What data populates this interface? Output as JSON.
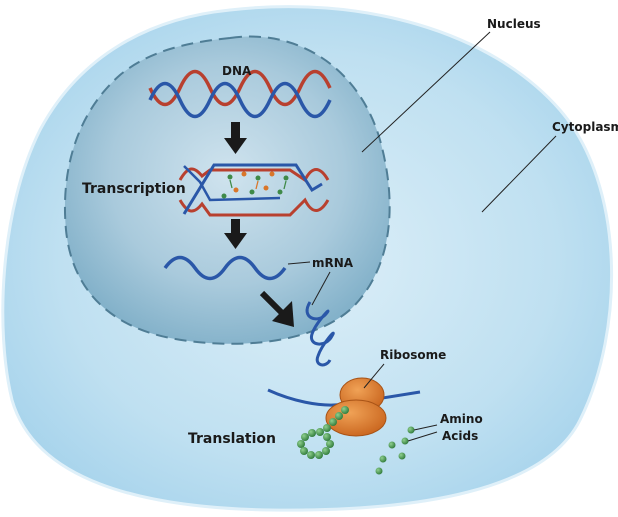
{
  "labels": {
    "nucleus": "Nucleus",
    "cytoplasm": "Cytoplasm",
    "dna": "DNA",
    "transcription": "Transcription",
    "mrna": "mRNA",
    "ribosome": "Ribosome",
    "translation": "Translation",
    "amino_line1": "Amino",
    "amino_line2": "Acids"
  },
  "colors": {
    "cell_fill": "#b9ddf0",
    "cell_edge": "#e7f4fb",
    "nucleus_fill": "#7fb2cc",
    "nucleus_border": "#4f7d95",
    "dna_blue": "#2a57a8",
    "dna_red": "#b8402f",
    "ribosome": "#d9762a",
    "amino_acid": "#3f8a48",
    "arrow": "#1a1a1a"
  }
}
